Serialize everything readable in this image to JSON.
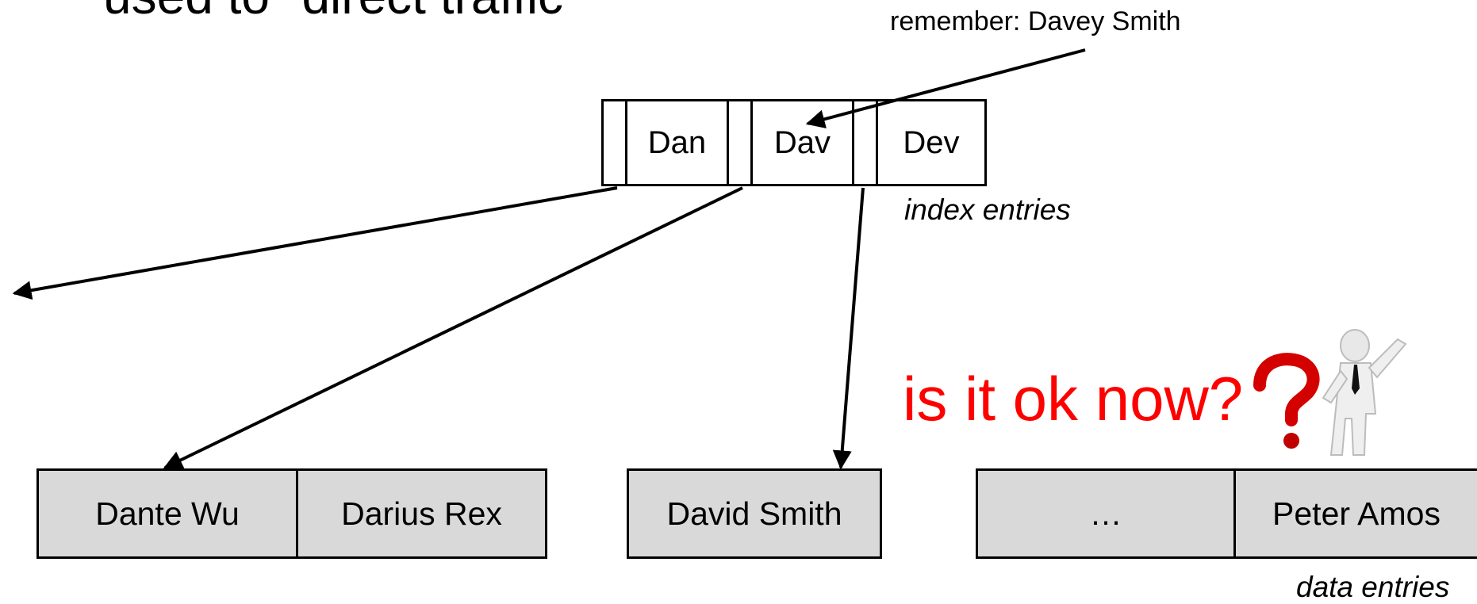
{
  "title_partial": "used to \"direct traffic\"",
  "note": "remember: Davey Smith",
  "index_node": {
    "keys": [
      "Dan",
      "Dav",
      "Dev"
    ],
    "caption": "index entries"
  },
  "data_pages": [
    {
      "cells": [
        "Dante Wu",
        "Darius Rex"
      ]
    },
    {
      "cells": [
        "David Smith"
      ]
    },
    {
      "cells": [
        "…",
        "Peter Amos"
      ]
    }
  ],
  "data_caption": "data entries",
  "question": "is it ok now?",
  "colors": {
    "question": "#ff0000",
    "page_fill": "#d9d9d9"
  },
  "icons": [
    "question-mark-icon",
    "thinking-person-icon"
  ]
}
